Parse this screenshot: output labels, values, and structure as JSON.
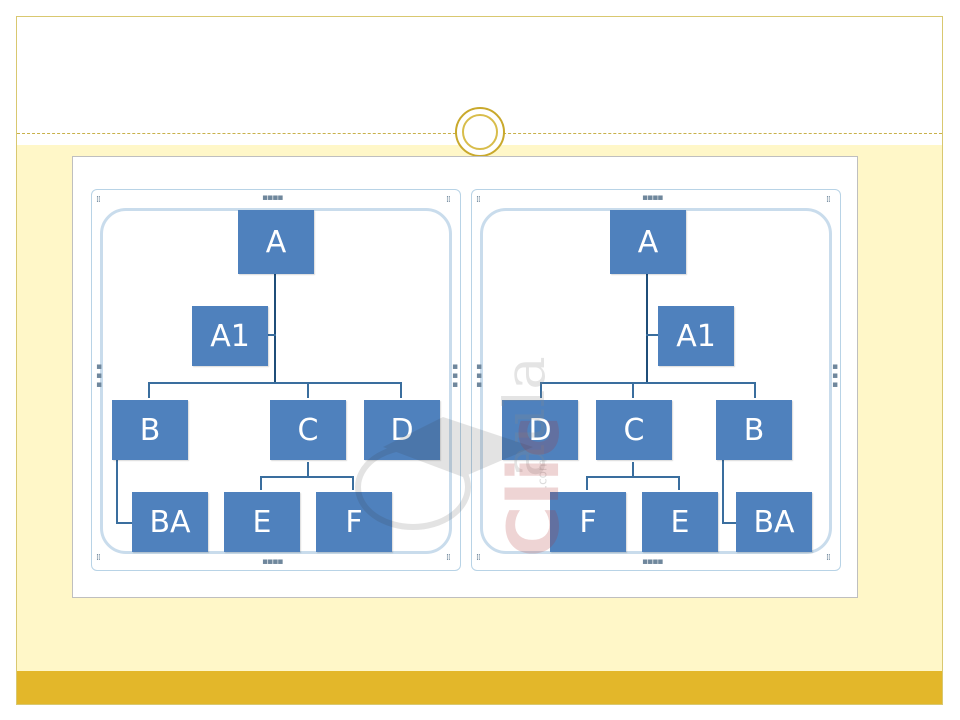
{
  "slide": {
    "accent_color": "#e3b72a",
    "background_color": "#fff7c8"
  },
  "diagrams": [
    {
      "nodes": {
        "a": "A",
        "a1": "A1",
        "n1": "B",
        "n2": "C",
        "n3": "D",
        "ba": "BA",
        "c1": "E",
        "c2": "F"
      }
    },
    {
      "nodes": {
        "a": "A",
        "a1": "A1",
        "n1": "D",
        "n2": "C",
        "n3": "B",
        "ba": "BA",
        "c1": "F",
        "c2": "E"
      }
    }
  ],
  "node_color": "#4f81bd",
  "connector_color": "#1f4e79",
  "watermark": {
    "top": "aula",
    "small": ".com",
    "bottom": "Clic"
  }
}
